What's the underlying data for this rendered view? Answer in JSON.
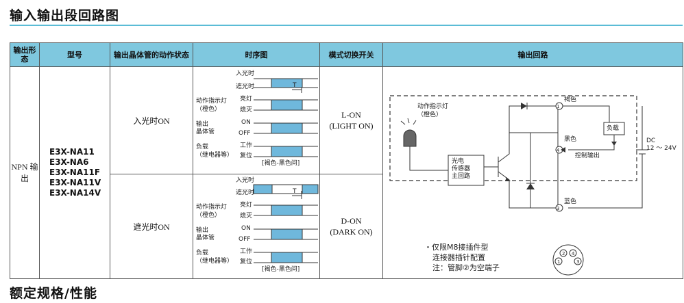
{
  "section1_title": "输入输出段回路图",
  "section2_title": "额定规格/性能",
  "table": {
    "headers": [
      "输出形态",
      "型号",
      "输出晶体管的动作状态",
      "时序图",
      "模式切换开关",
      "输出回路"
    ],
    "output_form": "NPN 输出",
    "models": [
      "E3X-NA11",
      "E3X-NA6",
      "E3X-NA11F",
      "E3X-NA11V",
      "E3X-NA14V"
    ],
    "rows": [
      {
        "state": "入光时ON",
        "mode_line1": "L-ON",
        "mode_line2": "(LIGHT ON)"
      },
      {
        "state": "遮光时ON",
        "mode_line1": "D-ON",
        "mode_line2": "(DARK ON)"
      }
    ]
  },
  "timing": {
    "light_in": "入光时",
    "light_block": "遮光时",
    "t": "T",
    "indicator1": "动作指示灯",
    "indicator2": "（橙色）",
    "on_light": "亮灯",
    "off_light": "熄灭",
    "output1": "输出",
    "output2": "晶体管",
    "on": "ON",
    "off": "OFF",
    "load1": "负载",
    "load2": "（继电器等）",
    "work": "工作",
    "reset": "复位",
    "bracket": "[褐色-黑色间]"
  },
  "circuit": {
    "indicator1": "动作指示灯",
    "indicator2": "（橙色）",
    "main1": "光电",
    "main2": "传感器",
    "main3": "主回路",
    "brown": "褐色",
    "black": "黑色",
    "blue": "蓝色",
    "load": "负载",
    "control_out": "控制输出",
    "dc": "DC",
    "voltage": "12 ～ 24V",
    "pin1": "1",
    "pin2": "2",
    "pin3": "3",
    "pin4": "4",
    "note1": "・仅限M8接插件型",
    "note2": "连接器插针配置",
    "note3": "注：管脚②为空端子"
  },
  "colors": {
    "header": "#7fc8df",
    "waveform": "#6fb8dc",
    "rule": "#5bbcd6"
  }
}
